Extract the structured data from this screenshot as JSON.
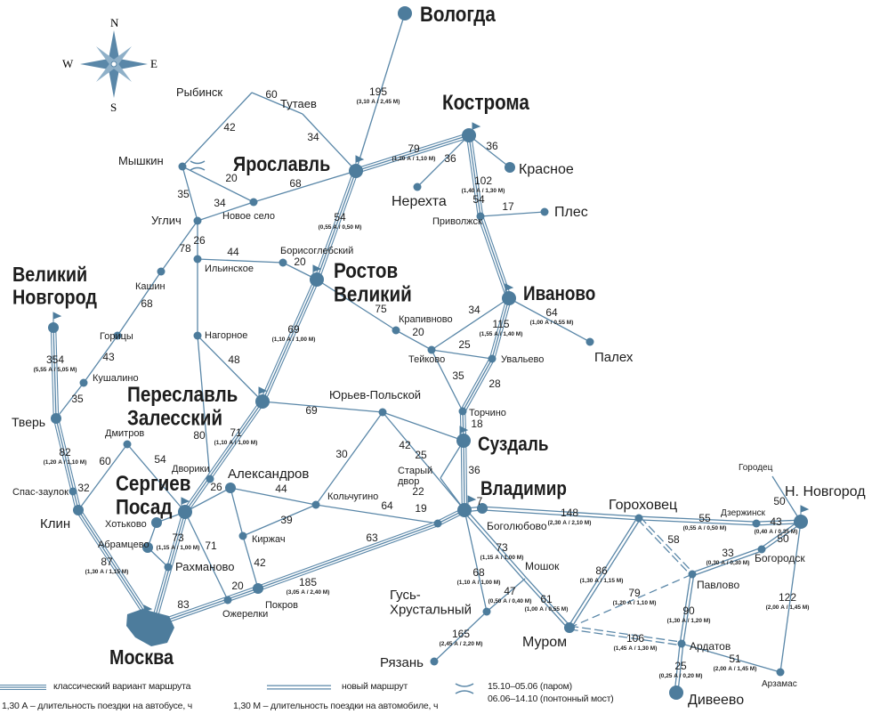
{
  "colors": {
    "route": "#5a87a8",
    "node": "#4d7c9c",
    "text": "#1d1d1d"
  },
  "compass": {
    "n": "N",
    "s": "S",
    "w": "W",
    "e": "E"
  },
  "nodes": [
    {
      "id": "vologda",
      "name": [
        "Вологда"
      ],
      "size": "big"
    },
    {
      "id": "kostroma",
      "name": [
        "Кострома"
      ],
      "size": "big"
    },
    {
      "id": "yaroslavl",
      "name": [
        "Ярославль"
      ],
      "size": "big"
    },
    {
      "id": "rybinsk",
      "name": [
        "Рыбинск"
      ],
      "size": "none"
    },
    {
      "id": "tutaev",
      "name": [
        "Тутаев"
      ],
      "size": "none"
    },
    {
      "id": "myshkin",
      "name": [
        "Мышкин"
      ],
      "size": "small"
    },
    {
      "id": "novoe",
      "name": [
        "Новое село"
      ],
      "size": "small"
    },
    {
      "id": "uglich",
      "name": [
        "Углич"
      ],
      "size": "small"
    },
    {
      "id": "ilinskoe",
      "name": [
        "Ильинское"
      ],
      "size": "small"
    },
    {
      "id": "borisogleb",
      "name": [
        "Борисоглебский"
      ],
      "size": "small"
    },
    {
      "id": "rostov",
      "name": [
        "Ростов",
        "Великий"
      ],
      "size": "big"
    },
    {
      "id": "kashin",
      "name": [
        "Кашин"
      ],
      "size": "small"
    },
    {
      "id": "gorizy",
      "name": [
        "Горицы"
      ],
      "size": "small"
    },
    {
      "id": "kushalino",
      "name": [
        "Кушалино"
      ],
      "size": "small"
    },
    {
      "id": "novgorod",
      "name": [
        "Великий",
        "Новгород"
      ],
      "size": "mid"
    },
    {
      "id": "tver",
      "name": [
        "Тверь"
      ],
      "size": "mid"
    },
    {
      "id": "spas",
      "name": [
        "Спас-заулок"
      ],
      "size": "small"
    },
    {
      "id": "klin",
      "name": [
        "Клин"
      ],
      "size": "mid"
    },
    {
      "id": "dmitrov",
      "name": [
        "Дмитров"
      ],
      "size": "small"
    },
    {
      "id": "nagornoe",
      "name": [
        "Нагорное"
      ],
      "size": "small"
    },
    {
      "id": "pereslavl",
      "name": [
        "Переславль",
        "Залесский"
      ],
      "size": "big"
    },
    {
      "id": "dvoriki",
      "name": [
        "Дворики"
      ],
      "size": "small"
    },
    {
      "id": "sergiev",
      "name": [
        "Сергиев",
        "Посад"
      ],
      "size": "big"
    },
    {
      "id": "aleksandrov",
      "name": [
        "Александров"
      ],
      "size": "mid"
    },
    {
      "id": "khotkovo",
      "name": [
        "Хотьково"
      ],
      "size": "mid"
    },
    {
      "id": "abramtsevo",
      "name": [
        "Абрамцево"
      ],
      "size": "mid"
    },
    {
      "id": "rakhmanovo",
      "name": [
        "Рахманово"
      ],
      "size": "small"
    },
    {
      "id": "kirzhach",
      "name": [
        "Киржач"
      ],
      "size": "small"
    },
    {
      "id": "pokrov",
      "name": [
        "Покров"
      ],
      "size": "mid"
    },
    {
      "id": "ozherelki",
      "name": [
        "Ожерелки"
      ],
      "size": "small"
    },
    {
      "id": "moscow",
      "name": [
        "Москва"
      ],
      "size": "city"
    },
    {
      "id": "kolchugino",
      "name": [
        "Кольчугино"
      ],
      "size": "small"
    },
    {
      "id": "yuriev",
      "name": [
        "Юрьев-Польской"
      ],
      "size": "small"
    },
    {
      "id": "staryi",
      "name": [
        "Старый",
        "двор"
      ],
      "size": "none"
    },
    {
      "id": "vladimir",
      "name": [
        "Владимир"
      ],
      "size": "big"
    },
    {
      "id": "suzdal",
      "name": [
        "Суздаль"
      ],
      "size": "big"
    },
    {
      "id": "torchino",
      "name": [
        "Торчино"
      ],
      "size": "small"
    },
    {
      "id": "uvalevo",
      "name": [
        "Увальево"
      ],
      "size": "small"
    },
    {
      "id": "teikovo",
      "name": [
        "Тейково"
      ],
      "size": "small"
    },
    {
      "id": "krapivnovo",
      "name": [
        "Крапивново"
      ],
      "size": "small"
    },
    {
      "id": "ivanovo",
      "name": [
        "Иваново"
      ],
      "size": "big"
    },
    {
      "id": "palekh",
      "name": [
        "Палех"
      ],
      "size": "small"
    },
    {
      "id": "privolzhsk",
      "name": [
        "Приволжск"
      ],
      "size": "small"
    },
    {
      "id": "ples",
      "name": [
        "Плес"
      ],
      "size": "small"
    },
    {
      "id": "nerekhta",
      "name": [
        "Нерехта"
      ],
      "size": "small"
    },
    {
      "id": "krasnoe",
      "name": [
        "Красное"
      ],
      "size": "mid"
    },
    {
      "id": "bogolyubovo",
      "name": [
        "Боголюбово"
      ],
      "size": "mid"
    },
    {
      "id": "gorokhovets",
      "name": [
        "Гороховец"
      ],
      "size": "small"
    },
    {
      "id": "dzerzhinsk",
      "name": [
        "Дзержинск"
      ],
      "size": "small"
    },
    {
      "id": "gorodets",
      "name": [
        "Городец"
      ],
      "size": "none"
    },
    {
      "id": "nnovgorod",
      "name": [
        "Н. Новгород"
      ],
      "size": "big"
    },
    {
      "id": "bogorodsk",
      "name": [
        "Богородск"
      ],
      "size": "small"
    },
    {
      "id": "pavlovo",
      "name": [
        "Павлово"
      ],
      "size": "small"
    },
    {
      "id": "murom",
      "name": [
        "Муром"
      ],
      "size": "mid"
    },
    {
      "id": "mosh",
      "name": [
        "Мошок"
      ],
      "size": "none"
    },
    {
      "id": "gus",
      "name": [
        "Гусь-",
        "Хрустальный"
      ],
      "size": "small"
    },
    {
      "id": "ryazan",
      "name": [
        "Рязань"
      ],
      "size": "small"
    },
    {
      "id": "ardatov",
      "name": [
        "Ардатов"
      ],
      "size": "small"
    },
    {
      "id": "arzamas",
      "name": [
        "Арзамас"
      ],
      "size": "small"
    },
    {
      "id": "diveevo",
      "name": [
        "Дивеево"
      ],
      "size": "big"
    },
    {
      "id": "j19",
      "name": [],
      "size": "small"
    }
  ],
  "edges": [
    {
      "a": "vologda",
      "b": "yaroslavl",
      "dist": "195",
      "time": "(3,10 А / 2,45 М)",
      "style": "single"
    },
    {
      "a": "rybinsk",
      "b": "tutaev",
      "dist": "60",
      "style": "single"
    },
    {
      "a": "tutaev",
      "b": "yaroslavl",
      "dist": "34",
      "style": "single"
    },
    {
      "a": "rybinsk",
      "b": "myshkin",
      "dist": "42",
      "style": "single"
    },
    {
      "a": "myshkin",
      "b": "uglich",
      "dist": "35",
      "style": "single"
    },
    {
      "a": "myshkin",
      "b": "novoe",
      "dist": "20",
      "style": "single"
    },
    {
      "a": "uglich",
      "b": "novoe",
      "dist": "34",
      "style": "single"
    },
    {
      "a": "novoe",
      "b": "yaroslavl",
      "dist": "68",
      "style": "single"
    },
    {
      "a": "yaroslavl",
      "b": "kostroma",
      "dist": "79",
      "time": "(1,20 А / 1,10 М)",
      "style": "classic"
    },
    {
      "a": "kostroma",
      "b": "nerekhta",
      "dist": "36",
      "style": "single"
    },
    {
      "a": "kostroma",
      "b": "krasnoe",
      "dist": "36",
      "style": "single"
    },
    {
      "a": "kostroma",
      "b": "privolzhsk",
      "dist": "102",
      "time": "(1,40 А / 1,30 М)",
      "style": "classic"
    },
    {
      "a": "privolzhsk",
      "b": "ples",
      "dist": "17",
      "style": "single"
    },
    {
      "a": "privolzhsk",
      "b": "ivanovo",
      "dist": "54",
      "style": "classic"
    },
    {
      "a": "yaroslavl",
      "b": "rostov",
      "dist": "54",
      "time": "(0,55 А / 0,50 М)",
      "style": "classic"
    },
    {
      "a": "uglich",
      "b": "ilinskoe",
      "dist": "26",
      "style": "single"
    },
    {
      "a": "ilinskoe",
      "b": "borisogleb",
      "dist": "44",
      "style": "single"
    },
    {
      "a": "borisogleb",
      "b": "rostov",
      "dist": "20",
      "style": "single"
    },
    {
      "a": "uglich",
      "b": "kashin",
      "dist": "78",
      "style": "single"
    },
    {
      "a": "kashin",
      "b": "gorizy",
      "dist": "68",
      "style": "single"
    },
    {
      "a": "gorizy",
      "b": "kushalino",
      "dist": "43",
      "style": "single"
    },
    {
      "a": "kushalino",
      "b": "tver",
      "dist": "35",
      "style": "single"
    },
    {
      "a": "ilinskoe",
      "b": "nagornoe",
      "dist": "",
      "style": "single"
    },
    {
      "a": "nagornoe",
      "b": "pereslavl",
      "dist": "48",
      "style": "single"
    },
    {
      "a": "nagornoe",
      "b": "dvoriki",
      "dist": "80",
      "style": "single"
    },
    {
      "a": "rostov",
      "b": "pereslavl",
      "dist": "69",
      "time": "(1,10 А / 1,00 М)",
      "style": "classic"
    },
    {
      "a": "rostov",
      "b": "krapivnovo",
      "dist": "75",
      "style": "single"
    },
    {
      "a": "krapivnovo",
      "b": "teikovo",
      "dist": "20",
      "style": "single"
    },
    {
      "a": "ivanovo",
      "b": "teikovo",
      "dist": "34",
      "style": "single"
    },
    {
      "a": "teikovo",
      "b": "uvalevo",
      "dist": "25",
      "style": "single"
    },
    {
      "a": "teikovo",
      "b": "torchino",
      "dist": "35",
      "style": "single"
    },
    {
      "a": "ivanovo",
      "b": "uvalevo",
      "dist": "115",
      "time": "(1,55 А / 1,40 М)",
      "style": "classic"
    },
    {
      "a": "uvalevo",
      "b": "torchino",
      "dist": "28",
      "style": "classic"
    },
    {
      "a": "torchino",
      "b": "suzdal",
      "dist": "18",
      "style": "classic"
    },
    {
      "a": "ivanovo",
      "b": "palekh",
      "dist": "64",
      "time": "(1,00 А / 0,55 М)",
      "style": "single"
    },
    {
      "a": "pereslavl",
      "b": "yuriev",
      "dist": "69",
      "style": "single"
    },
    {
      "a": "yuriev",
      "b": "kolchugino",
      "dist": "30",
      "style": "single"
    },
    {
      "a": "yuriev",
      "b": "vladimir",
      "dist": "42",
      "style": "single"
    },
    {
      "a": "yuriev",
      "b": "suzdal",
      "dist": "",
      "style": "single"
    },
    {
      "a": "staryi",
      "b": "suzdal",
      "dist": "25",
      "style": "single"
    },
    {
      "a": "staryi",
      "b": "vladimir",
      "dist": "22",
      "style": "single"
    },
    {
      "a": "suzdal",
      "b": "vladimir",
      "dist": "36",
      "style": "classic"
    },
    {
      "a": "pereslavl",
      "b": "sergiev",
      "dist": "71",
      "time": "(1,10 А / 1,00 М)",
      "style": "classic"
    },
    {
      "a": "novgorod",
      "b": "tver",
      "dist": "354",
      "time": "(5,55 А / 5,05 М)",
      "style": "classic"
    },
    {
      "a": "tver",
      "b": "klin",
      "dist": "82",
      "time": "(1,20 А / 1,10 М)",
      "style": "classic"
    },
    {
      "a": "dmitrov",
      "b": "klin",
      "dist": "60",
      "style": "single"
    },
    {
      "a": "dmitrov",
      "b": "sergiev",
      "dist": "54",
      "style": "single"
    },
    {
      "a": "klin",
      "b": "moscow",
      "dist": "87",
      "time": "(1,30 А / 1,15 М)",
      "style": "classic"
    },
    {
      "a": "sergiev",
      "b": "aleksandrov",
      "dist": "26",
      "style": "single"
    },
    {
      "a": "aleksandrov",
      "b": "kolchugino",
      "dist": "44",
      "style": "single"
    },
    {
      "a": "aleksandrov",
      "b": "kirzhach",
      "dist": "",
      "style": "single"
    },
    {
      "a": "kolchugino",
      "b": "kirzhach",
      "dist": "39",
      "style": "single"
    },
    {
      "a": "kirzhach",
      "b": "pokrov",
      "dist": "42",
      "style": "single"
    },
    {
      "a": "kolchugino",
      "b": "j19",
      "dist": "64",
      "style": "single"
    },
    {
      "a": "sergiev",
      "b": "ozherelki",
      "dist": "71",
      "style": "single"
    },
    {
      "a": "sergiev",
      "b": "moscow",
      "dist": "73",
      "time": "(1,15 А / 1,00 М)",
      "style": "classic"
    },
    {
      "a": "khotkovo",
      "b": "abramtsevo",
      "dist": "",
      "style": "single"
    },
    {
      "a": "abramtsevo",
      "b": "rakhmanovo",
      "dist": "",
      "style": "single"
    },
    {
      "a": "khotkovo",
      "b": "sergiev",
      "dist": "",
      "style": "single"
    },
    {
      "a": "ozherelki",
      "b": "pokrov",
      "dist": "20",
      "style": "single"
    },
    {
      "a": "moscow",
      "b": "pokrov",
      "dist": "83",
      "style": "classic"
    },
    {
      "a": "pokrov",
      "b": "j19",
      "dist": "185",
      "time": "(3,05 А / 2,40 М)",
      "style": "classic"
    },
    {
      "a": "j19",
      "b": "vladimir",
      "dist": "19",
      "style": "classic"
    },
    {
      "a": "vladimir",
      "b": "bogolyubovo",
      "dist": "7",
      "style": "new"
    },
    {
      "a": "bogolyubovo",
      "b": "gorokhovets",
      "dist": "148",
      "time": "(2,30 А / 2,10 М)",
      "style": "new"
    },
    {
      "a": "gorokhovets",
      "b": "dzerzhinsk",
      "dist": "55",
      "time": "(0,55 А / 0,50 М)",
      "style": "new"
    },
    {
      "a": "dzerzhinsk",
      "b": "nnovgorod",
      "dist": "43",
      "time": "(0,40 А / 0,35 М)",
      "style": "new"
    },
    {
      "a": "gorodets",
      "b": "nnovgorod",
      "dist": "50",
      "style": "single"
    },
    {
      "a": "nnovgorod",
      "b": "bogorodsk",
      "dist": "50",
      "style": "new"
    },
    {
      "a": "bogorodsk",
      "b": "pavlovo",
      "dist": "33",
      "time": "(0,30 А / 0,30 М)",
      "style": "new"
    },
    {
      "a": "gorokhovets",
      "b": "pavlovo",
      "dist": "58",
      "style": "dashed-double"
    },
    {
      "a": "gorokhovets",
      "b": "murom",
      "dist": "86",
      "time": "(1,30 А / 1,15 М)",
      "style": "new"
    },
    {
      "a": "murom",
      "b": "pavlovo",
      "dist": "79",
      "time": "(1,20 А / 1,10 М)",
      "style": "dashed"
    },
    {
      "a": "pavlovo",
      "b": "ardatov",
      "dist": "90",
      "time": "(1,30 А / 1,20 М)",
      "style": "new"
    },
    {
      "a": "murom",
      "b": "ardatov",
      "dist": "106",
      "time": "(1,45 А / 1,30 М)",
      "style": "dashed-double"
    },
    {
      "a": "ardatov",
      "b": "diveevo",
      "dist": "25",
      "time": "(0,25 А / 0,20 М)",
      "style": "new"
    },
    {
      "a": "ardatov",
      "b": "arzamas",
      "dist": "51",
      "time": "(2,00 А / 1,45 М)",
      "style": "single"
    },
    {
      "a": "nnovgorod",
      "b": "arzamas",
      "dist": "122",
      "time": "(2,00 А / 1,45 М)",
      "style": "single"
    },
    {
      "a": "vladimir",
      "b": "mosh",
      "dist": "73",
      "time": "(1,15 А / 1,00 М)",
      "style": "new"
    },
    {
      "a": "mosh",
      "b": "murom",
      "dist": "61",
      "time": "(1,00 А / 0,55 М)",
      "style": "new"
    },
    {
      "a": "vladimir",
      "b": "gus",
      "dist": "68",
      "time": "(1,10 А / 1,00 М)",
      "style": "single"
    },
    {
      "a": "gus",
      "b": "mosh",
      "dist": "47",
      "time": "(0,50 А / 0,40 М)",
      "style": "single"
    },
    {
      "a": "gus",
      "b": "ryazan",
      "dist": "165",
      "time": "(2,45 А / 2,20 М)",
      "style": "single"
    }
  ],
  "extra_labels": [
    "63",
    "32"
  ],
  "legend": {
    "classic": "классический вариант маршрута",
    "new": "новый маршрут",
    "ferry_1": "15.10–05.06 (паром)",
    "ferry_2": "06.06–14.10 (понтонный мост)",
    "bus": "1,30 А – длительность поездки на автобусе, ч",
    "car": "1,30 М – длительность поездки на автомобиле, ч"
  }
}
